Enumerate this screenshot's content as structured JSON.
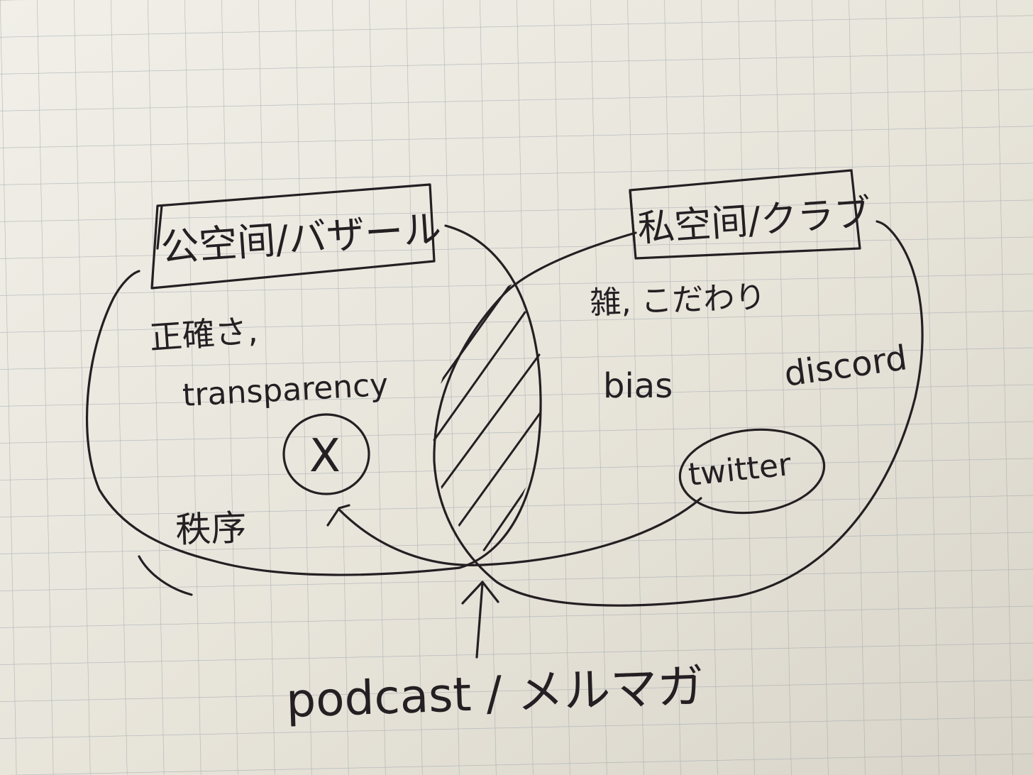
{
  "colors": {
    "paper": "#e6e3da",
    "grid": "#9aa3ab",
    "ink": "#241f22"
  },
  "left_set": {
    "label": "公空间/バザール",
    "items": [
      "正確さ,",
      "transparency",
      "秩序"
    ],
    "member": "X"
  },
  "right_set": {
    "label": "私空间/クラブ",
    "items": [
      "雑, こだわり",
      "bias",
      "discord"
    ],
    "member": "twitter"
  },
  "intersection": {
    "label": "podcast / メルマガ"
  }
}
